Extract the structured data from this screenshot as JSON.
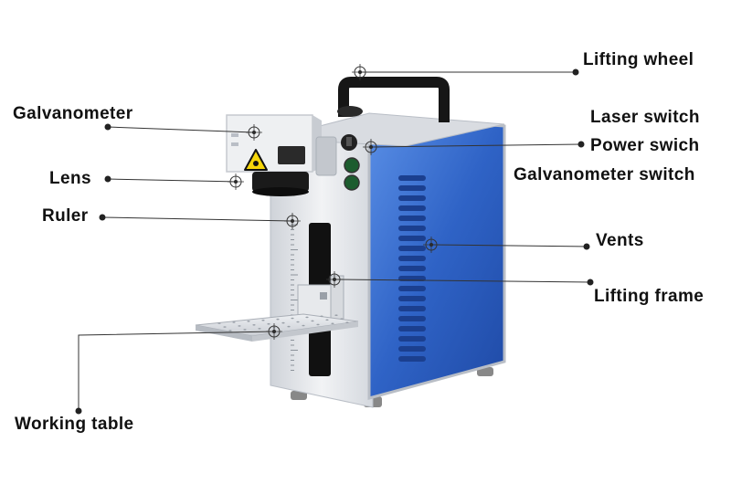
{
  "labels": {
    "lifting_wheel": "Lifting wheel",
    "galvanometer": "Galvanometer",
    "laser_switch": "Laser switch",
    "power_switch": "Power swich",
    "galvanometer_switch": "Galvanometer switch",
    "lens": "Lens",
    "ruler": "Ruler",
    "vents": "Vents",
    "lifting_frame": "Lifting frame",
    "working_table": "Working table"
  },
  "colors": {
    "body_blue": "#2f63c6",
    "body_blue_light": "#4d85e4",
    "frame_silver": "#e4e6ea",
    "handle_black": "#161616",
    "warning_yellow": "#f5d60a",
    "leader_line": "#333333"
  }
}
